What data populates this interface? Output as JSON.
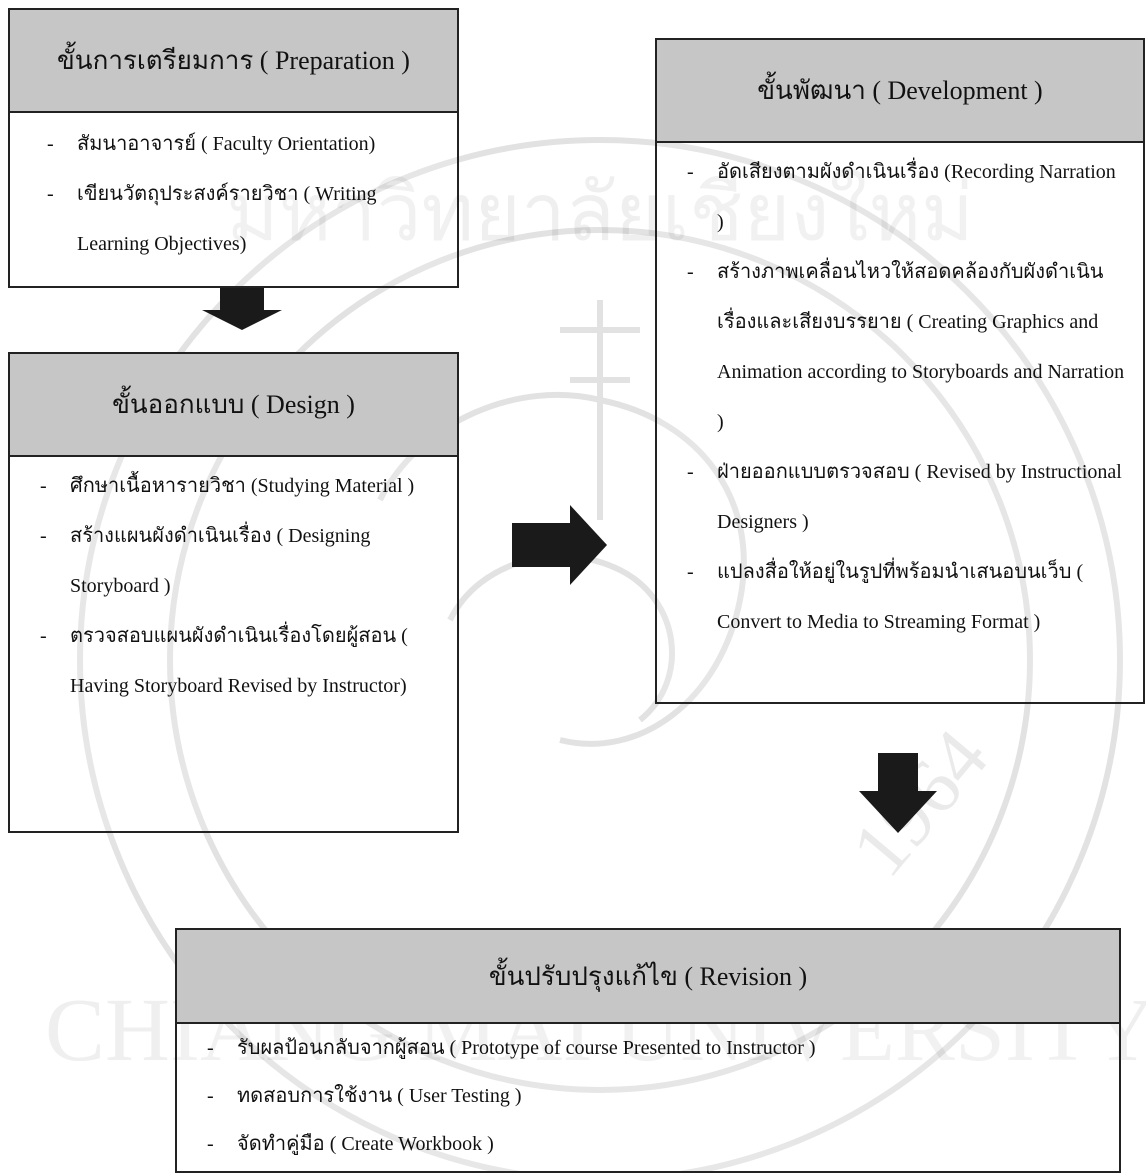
{
  "preparation": {
    "title": "ขั้นการเตรียมการ ( Preparation )",
    "items": [
      "สัมนาอาจารย์ ( Faculty Orientation)",
      "เขียนวัตถุประสงค์รายวิชา ( Writing Learning Objectives)"
    ]
  },
  "design": {
    "title": "ขั้นออกแบบ ( Design )",
    "items": [
      "ศึกษาเนื้อหารายวิชา (Studying Material )",
      "สร้างแผนผังดำเนินเรื่อง ( Designing Storyboard )",
      "ตรวจสอบแผนผังดำเนินเรื่องโดยผู้สอน ( Having Storyboard Revised by Instructor)"
    ]
  },
  "development": {
    "title": "ขั้นพัฒนา ( Development )",
    "items": [
      "อัดเสียงตามผังดำเนินเรื่อง (Recording Narration )",
      "สร้างภาพเคลื่อนไหวให้สอดคล้องกับผังดำเนินเรื่องและเสียงบรรยาย ( Creating Graphics and Animation according to Storyboards and Narration )",
      "ฝ่ายออกแบบตรวจสอบ ( Revised by Instructional Designers )",
      "แปลงสื่อให้อยู่ในรูปที่พร้อมนำเสนอบนเว็บ ( Convert to Media to Streaming Format )"
    ]
  },
  "revision": {
    "title": "ขั้นปรับปรุงแก้ไข ( Revision )",
    "items": [
      "รับผลป้อนกลับจากผู้สอน ( Prototype of course Presented to Instructor )",
      "ทดสอบการใช้งาน ( User Testing )",
      "จัดทำคู่มือ ( Create Workbook )"
    ]
  },
  "watermark": {
    "university": "CHIANG MAI UNIVERSITY",
    "year": "1964",
    "thai": "มหาวิทยาลัยเชียงใหม่"
  },
  "colors": {
    "header_fill": "#c6c6c6",
    "border": "#222222",
    "arrow": "#1a1a1a"
  }
}
